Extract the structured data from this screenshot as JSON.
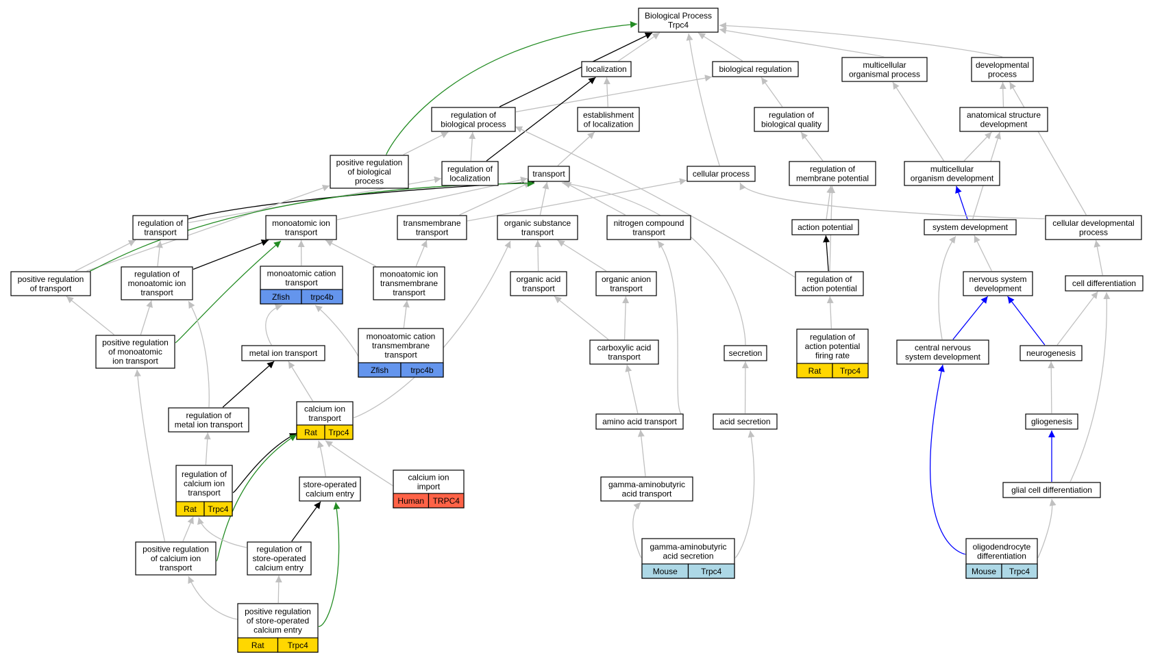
{
  "colors": {
    "gray_edge": "#c0c0c0",
    "black_edge": "#000000",
    "green_edge": "#228b22",
    "blue_edge": "#0000ff",
    "rat": "#ffd700",
    "zfish": "#6495ed",
    "mouse": "#add8e6",
    "human": "#ff6347"
  },
  "nodes": [
    {
      "id": "bp",
      "lines": [
        "Biological Process",
        "Trpc4"
      ]
    },
    {
      "id": "loc",
      "lines": [
        "localization"
      ]
    },
    {
      "id": "bioreg",
      "lines": [
        "biological regulation"
      ]
    },
    {
      "id": "mop",
      "lines": [
        "multicellular",
        "organismal process"
      ]
    },
    {
      "id": "devp",
      "lines": [
        "developmental",
        "process"
      ]
    },
    {
      "id": "rbp",
      "lines": [
        "regulation of",
        "biological process"
      ]
    },
    {
      "id": "estloc",
      "lines": [
        "establishment",
        "of localization"
      ]
    },
    {
      "id": "rbq",
      "lines": [
        "regulation of",
        "biological quality"
      ]
    },
    {
      "id": "asd",
      "lines": [
        "anatomical structure",
        "development"
      ]
    },
    {
      "id": "prbp",
      "lines": [
        "positive regulation",
        "of biological",
        "process"
      ]
    },
    {
      "id": "rloc",
      "lines": [
        "regulation of",
        "localization"
      ]
    },
    {
      "id": "transport",
      "lines": [
        "transport"
      ]
    },
    {
      "id": "cellproc",
      "lines": [
        "cellular process"
      ]
    },
    {
      "id": "rmp",
      "lines": [
        "regulation of",
        "membrane potential"
      ]
    },
    {
      "id": "mcod",
      "lines": [
        "multicellular",
        "organism development"
      ]
    },
    {
      "id": "rtrans",
      "lines": [
        "regulation of",
        "transport"
      ]
    },
    {
      "id": "mit",
      "lines": [
        "monoatomic ion",
        "transport"
      ]
    },
    {
      "id": "tmt",
      "lines": [
        "transmembrane",
        "transport"
      ]
    },
    {
      "id": "ost",
      "lines": [
        "organic substance",
        "transport"
      ]
    },
    {
      "id": "nct",
      "lines": [
        "nitrogen compound",
        "transport"
      ]
    },
    {
      "id": "ap",
      "lines": [
        "action potential"
      ]
    },
    {
      "id": "sysdev",
      "lines": [
        "system development"
      ]
    },
    {
      "id": "cdp",
      "lines": [
        "cellular developmental",
        "process"
      ]
    },
    {
      "id": "prt",
      "lines": [
        "positive regulation",
        "of transport"
      ]
    },
    {
      "id": "rmit",
      "lines": [
        "regulation of",
        "monoatomic ion",
        "transport"
      ]
    },
    {
      "id": "mct",
      "lines": [
        "monoatomic cation",
        "transport"
      ],
      "annotations": [
        {
          "label": "Zfish",
          "color": "zfish"
        },
        {
          "label": "trpc4b",
          "color": "zfish"
        }
      ]
    },
    {
      "id": "mitt",
      "lines": [
        "monoatomic ion",
        "transmembrane",
        "transport"
      ]
    },
    {
      "id": "oat",
      "lines": [
        "organic acid",
        "transport"
      ]
    },
    {
      "id": "oant",
      "lines": [
        "organic anion",
        "transport"
      ]
    },
    {
      "id": "rap",
      "lines": [
        "regulation of",
        "action potential"
      ]
    },
    {
      "id": "nsd",
      "lines": [
        "nervous system",
        "development"
      ]
    },
    {
      "id": "celldiff",
      "lines": [
        "cell differentiation"
      ]
    },
    {
      "id": "prmit",
      "lines": [
        "positive regulation",
        "of monoatomic",
        "ion transport"
      ]
    },
    {
      "id": "metal",
      "lines": [
        "metal ion transport"
      ]
    },
    {
      "id": "mctt",
      "lines": [
        "monoatomic cation",
        "transmembrane",
        "transport"
      ],
      "annotations": [
        {
          "label": "Zfish",
          "color": "zfish"
        },
        {
          "label": "trpc4b",
          "color": "zfish"
        }
      ]
    },
    {
      "id": "cat",
      "lines": [
        "carboxylic acid",
        "transport"
      ]
    },
    {
      "id": "secretion",
      "lines": [
        "secretion"
      ]
    },
    {
      "id": "rapfr",
      "lines": [
        "regulation of",
        "action potential",
        "firing rate"
      ],
      "annotations": [
        {
          "label": "Rat",
          "color": "rat"
        },
        {
          "label": "Trpc4",
          "color": "rat"
        }
      ]
    },
    {
      "id": "cnsd",
      "lines": [
        "central nervous",
        "system development"
      ]
    },
    {
      "id": "neuro",
      "lines": [
        "neurogenesis"
      ]
    },
    {
      "id": "rmetal",
      "lines": [
        "regulation of",
        "metal ion transport"
      ]
    },
    {
      "id": "cait",
      "lines": [
        "calcium ion",
        "transport"
      ],
      "annotations": [
        {
          "label": "Rat",
          "color": "rat"
        },
        {
          "label": "Trpc4",
          "color": "rat"
        }
      ]
    },
    {
      "id": "aat",
      "lines": [
        "amino acid transport"
      ]
    },
    {
      "id": "acidsec",
      "lines": [
        "acid secretion"
      ]
    },
    {
      "id": "glio",
      "lines": [
        "gliogenesis"
      ]
    },
    {
      "id": "rcait",
      "lines": [
        "regulation of",
        "calcium ion",
        "transport"
      ],
      "annotations": [
        {
          "label": "Rat",
          "color": "rat"
        },
        {
          "label": "Trpc4",
          "color": "rat"
        }
      ]
    },
    {
      "id": "soce",
      "lines": [
        "store-operated",
        "calcium entry"
      ]
    },
    {
      "id": "caimp",
      "lines": [
        "calcium ion",
        "import"
      ],
      "annotations": [
        {
          "label": "Human",
          "color": "human"
        },
        {
          "label": "TRPC4",
          "color": "human"
        }
      ]
    },
    {
      "id": "gabat",
      "lines": [
        "gamma-aminobutyric",
        "acid transport"
      ]
    },
    {
      "id": "gcd",
      "lines": [
        "glial cell differentiation"
      ]
    },
    {
      "id": "prcait",
      "lines": [
        "positive regulation",
        "of calcium ion",
        "transport"
      ]
    },
    {
      "id": "rsoce",
      "lines": [
        "regulation of",
        "store-operated",
        "calcium entry"
      ]
    },
    {
      "id": "gabas",
      "lines": [
        "gamma-aminobutyric",
        "acid secretion"
      ],
      "annotations": [
        {
          "label": "Mouse",
          "color": "mouse"
        },
        {
          "label": "Trpc4",
          "color": "mouse"
        }
      ]
    },
    {
      "id": "oligo",
      "lines": [
        "oligodendrocyte",
        "differentiation"
      ],
      "annotations": [
        {
          "label": "Mouse",
          "color": "mouse"
        },
        {
          "label": "Trpc4",
          "color": "mouse"
        }
      ]
    },
    {
      "id": "prsoce",
      "lines": [
        "positive regulation",
        "of store-operated",
        "calcium entry"
      ],
      "annotations": [
        {
          "label": "Rat",
          "color": "rat"
        },
        {
          "label": "Trpc4",
          "color": "rat"
        }
      ]
    }
  ],
  "edges": [
    {
      "from": "loc",
      "to": "bp",
      "color": "gray_edge"
    },
    {
      "from": "bioreg",
      "to": "bp",
      "color": "gray_edge"
    },
    {
      "from": "mop",
      "to": "bp",
      "color": "gray_edge"
    },
    {
      "from": "devp",
      "to": "bp",
      "color": "gray_edge"
    },
    {
      "from": "cellproc",
      "to": "bp",
      "color": "gray_edge"
    },
    {
      "from": "rbp",
      "to": "bp",
      "color": "black_edge"
    },
    {
      "from": "prbp",
      "to": "bp",
      "color": "green_edge"
    },
    {
      "from": "rbp",
      "to": "bioreg",
      "color": "gray_edge"
    },
    {
      "from": "estloc",
      "to": "loc",
      "color": "gray_edge"
    },
    {
      "from": "rloc",
      "to": "loc",
      "color": "black_edge"
    },
    {
      "from": "rbq",
      "to": "bioreg",
      "color": "gray_edge"
    },
    {
      "from": "asd",
      "to": "devp",
      "color": "gray_edge"
    },
    {
      "from": "prbp",
      "to": "rbp",
      "color": "gray_edge"
    },
    {
      "from": "rloc",
      "to": "rbp",
      "color": "gray_edge"
    },
    {
      "from": "transport",
      "to": "estloc",
      "color": "gray_edge"
    },
    {
      "from": "rmp",
      "to": "rbq",
      "color": "gray_edge"
    },
    {
      "from": "mcod",
      "to": "mop",
      "color": "gray_edge"
    },
    {
      "from": "mcod",
      "to": "asd",
      "color": "gray_edge"
    },
    {
      "from": "rtrans",
      "to": "rloc",
      "color": "gray_edge"
    },
    {
      "from": "rtrans",
      "to": "transport",
      "color": "black_edge"
    },
    {
      "from": "mit",
      "to": "transport",
      "color": "gray_edge"
    },
    {
      "from": "tmt",
      "to": "transport",
      "color": "gray_edge"
    },
    {
      "from": "ost",
      "to": "transport",
      "color": "gray_edge"
    },
    {
      "from": "nct",
      "to": "transport",
      "color": "gray_edge"
    },
    {
      "from": "secretion",
      "to": "transport",
      "color": "gray_edge"
    },
    {
      "from": "tmt",
      "to": "cellproc",
      "color": "gray_edge"
    },
    {
      "from": "ap",
      "to": "rmp",
      "color": "gray_edge"
    },
    {
      "from": "rap",
      "to": "rmp",
      "color": "gray_edge"
    },
    {
      "from": "sysdev",
      "to": "mcod",
      "color": "blue_edge"
    },
    {
      "from": "sysdev",
      "to": "asd",
      "color": "gray_edge"
    },
    {
      "from": "cdp",
      "to": "devp",
      "color": "gray_edge"
    },
    {
      "from": "cdp",
      "to": "cellproc",
      "color": "gray_edge"
    },
    {
      "from": "prt",
      "to": "prbp",
      "color": "gray_edge"
    },
    {
      "from": "prt",
      "to": "rtrans",
      "color": "gray_edge"
    },
    {
      "from": "prt",
      "to": "transport",
      "color": "green_edge"
    },
    {
      "from": "rmit",
      "to": "rtrans",
      "color": "gray_edge"
    },
    {
      "from": "rmit",
      "to": "mit",
      "color": "black_edge"
    },
    {
      "from": "mct",
      "to": "mit",
      "color": "gray_edge"
    },
    {
      "from": "mitt",
      "to": "mit",
      "color": "gray_edge"
    },
    {
      "from": "mitt",
      "to": "tmt",
      "color": "gray_edge"
    },
    {
      "from": "oat",
      "to": "ost",
      "color": "gray_edge"
    },
    {
      "from": "oant",
      "to": "ost",
      "color": "gray_edge"
    },
    {
      "from": "rap",
      "to": "ap",
      "color": "black_edge"
    },
    {
      "from": "rap",
      "to": "rbp",
      "color": "gray_edge"
    },
    {
      "from": "nsd",
      "to": "sysdev",
      "color": "gray_edge"
    },
    {
      "from": "celldiff",
      "to": "cdp",
      "color": "gray_edge"
    },
    {
      "from": "prmit",
      "to": "prt",
      "color": "gray_edge"
    },
    {
      "from": "prmit",
      "to": "rmit",
      "color": "gray_edge"
    },
    {
      "from": "prmit",
      "to": "mit",
      "color": "green_edge"
    },
    {
      "from": "metal",
      "to": "mct",
      "color": "gray_edge"
    },
    {
      "from": "mctt",
      "to": "mct",
      "color": "gray_edge"
    },
    {
      "from": "mctt",
      "to": "mitt",
      "color": "gray_edge"
    },
    {
      "from": "cat",
      "to": "oat",
      "color": "gray_edge"
    },
    {
      "from": "cat",
      "to": "oant",
      "color": "gray_edge"
    },
    {
      "from": "rapfr",
      "to": "rap",
      "color": "gray_edge"
    },
    {
      "from": "cnsd",
      "to": "sysdev",
      "color": "gray_edge"
    },
    {
      "from": "cnsd",
      "to": "nsd",
      "color": "blue_edge"
    },
    {
      "from": "neuro",
      "to": "nsd",
      "color": "blue_edge"
    },
    {
      "from": "neuro",
      "to": "celldiff",
      "color": "gray_edge"
    },
    {
      "from": "rmetal",
      "to": "rmit",
      "color": "gray_edge"
    },
    {
      "from": "rmetal",
      "to": "metal",
      "color": "black_edge"
    },
    {
      "from": "cait",
      "to": "metal",
      "color": "gray_edge"
    },
    {
      "from": "cait",
      "to": "ost",
      "color": "gray_edge"
    },
    {
      "from": "aat",
      "to": "cat",
      "color": "gray_edge"
    },
    {
      "from": "aat",
      "to": "nct",
      "color": "gray_edge"
    },
    {
      "from": "acidsec",
      "to": "secretion",
      "color": "gray_edge"
    },
    {
      "from": "glio",
      "to": "neuro",
      "color": "gray_edge"
    },
    {
      "from": "rcait",
      "to": "rmetal",
      "color": "gray_edge"
    },
    {
      "from": "rcait",
      "to": "cait",
      "color": "black_edge"
    },
    {
      "from": "soce",
      "to": "cait",
      "color": "gray_edge"
    },
    {
      "from": "caimp",
      "to": "cait",
      "color": "gray_edge"
    },
    {
      "from": "gabat",
      "to": "aat",
      "color": "gray_edge"
    },
    {
      "from": "gcd",
      "to": "glio",
      "color": "blue_edge"
    },
    {
      "from": "gcd",
      "to": "celldiff",
      "color": "gray_edge"
    },
    {
      "from": "prcait",
      "to": "rcait",
      "color": "gray_edge"
    },
    {
      "from": "prcait",
      "to": "prmit",
      "color": "gray_edge"
    },
    {
      "from": "prcait",
      "to": "cait",
      "color": "green_edge"
    },
    {
      "from": "rsoce",
      "to": "rcait",
      "color": "gray_edge"
    },
    {
      "from": "rsoce",
      "to": "soce",
      "color": "black_edge"
    },
    {
      "from": "gabas",
      "to": "gabat",
      "color": "gray_edge"
    },
    {
      "from": "gabas",
      "to": "acidsec",
      "color": "gray_edge"
    },
    {
      "from": "oligo",
      "to": "cnsd",
      "color": "blue_edge"
    },
    {
      "from": "oligo",
      "to": "gcd",
      "color": "gray_edge"
    },
    {
      "from": "prsoce",
      "to": "rsoce",
      "color": "gray_edge"
    },
    {
      "from": "prsoce",
      "to": "prcait",
      "color": "gray_edge"
    },
    {
      "from": "prsoce",
      "to": "soce",
      "color": "green_edge"
    }
  ]
}
